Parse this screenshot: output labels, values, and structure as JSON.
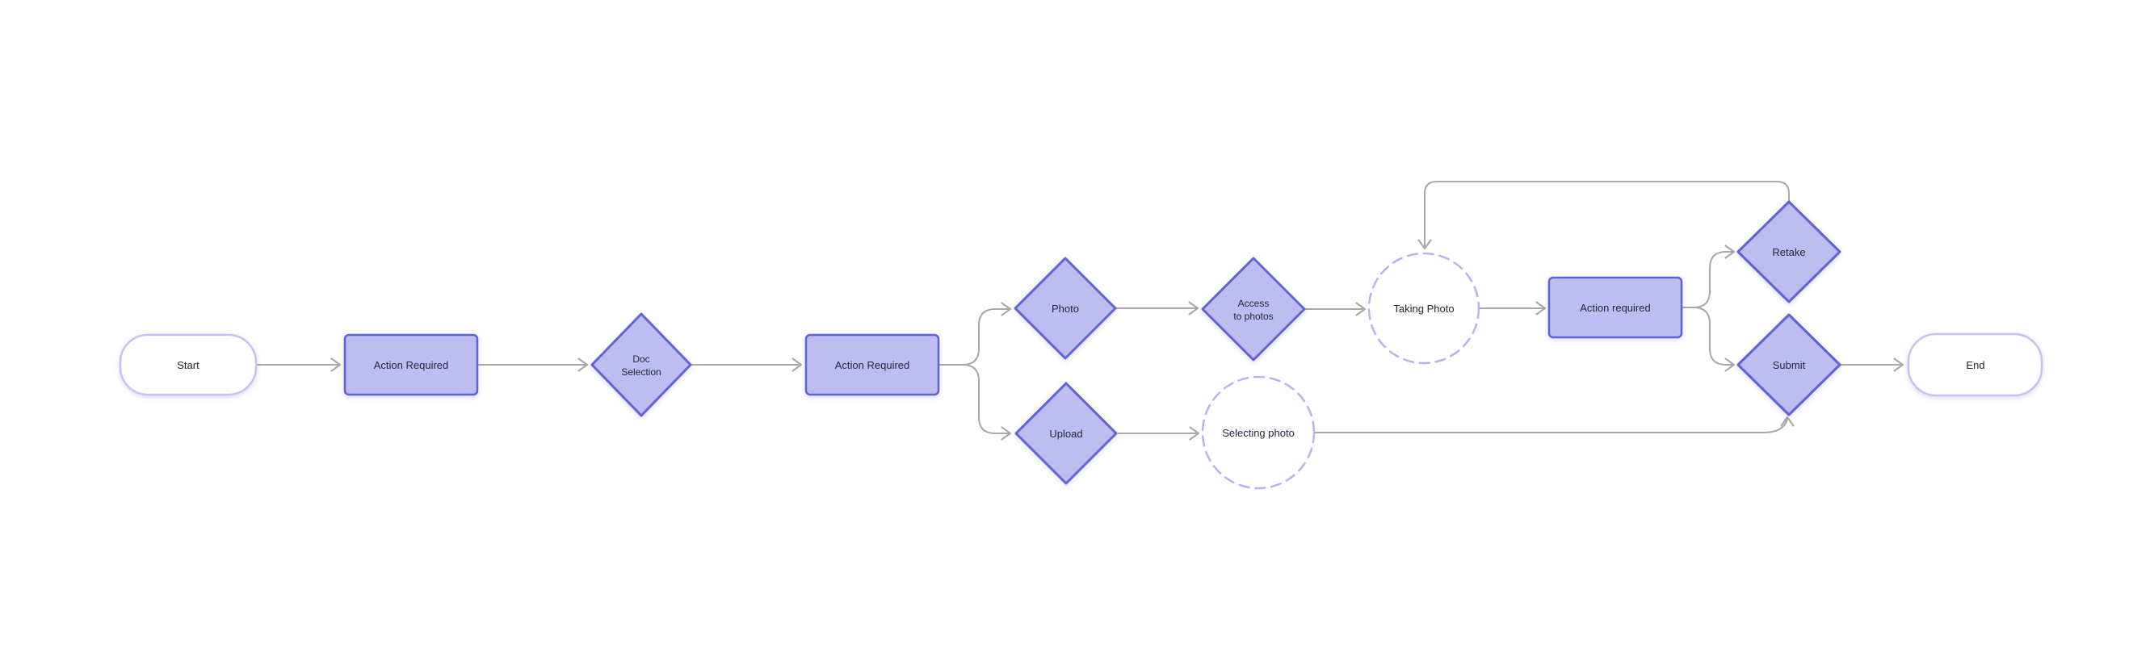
{
  "diagram": {
    "background": "#ffffff",
    "colors": {
      "node_fill": "#bdbdf2",
      "node_stroke": "#5f63d6",
      "terminal_fill": "#ffffff",
      "terminal_stroke": "#c6c1f0",
      "state_fill": "#ffffff",
      "state_stroke": "#b7b3ee",
      "edge": "#a8a8a8",
      "text": "#24263a"
    },
    "nodes": {
      "start": {
        "label": "Start",
        "type": "terminal"
      },
      "action_required_1": {
        "label": "Action Required",
        "type": "process"
      },
      "doc_selection": {
        "label_line1": "Doc",
        "label_line2": "Selection",
        "type": "decision"
      },
      "action_required_2": {
        "label": "Action Required",
        "type": "process"
      },
      "photo": {
        "label": "Photo",
        "type": "decision"
      },
      "upload": {
        "label": "Upload",
        "type": "decision"
      },
      "access_to_photos": {
        "label_line1": "Access",
        "label_line2": "to photos",
        "type": "decision"
      },
      "taking_photo": {
        "label": "Taking Photo",
        "type": "state-dashed-circle"
      },
      "selecting_photo": {
        "label": "Selecting photo",
        "type": "state-dashed-circle"
      },
      "action_required_3": {
        "label": "Action required",
        "type": "process"
      },
      "retake": {
        "label": "Retake",
        "type": "decision"
      },
      "submit": {
        "label": "Submit",
        "type": "decision"
      },
      "end": {
        "label": "End",
        "type": "terminal"
      }
    },
    "edges": [
      {
        "from": "start",
        "to": "action_required_1"
      },
      {
        "from": "action_required_1",
        "to": "doc_selection"
      },
      {
        "from": "doc_selection",
        "to": "action_required_2"
      },
      {
        "from": "action_required_2",
        "to": "photo"
      },
      {
        "from": "action_required_2",
        "to": "upload"
      },
      {
        "from": "photo",
        "to": "access_to_photos"
      },
      {
        "from": "access_to_photos",
        "to": "taking_photo"
      },
      {
        "from": "taking_photo",
        "to": "action_required_3"
      },
      {
        "from": "action_required_3",
        "to": "retake"
      },
      {
        "from": "action_required_3",
        "to": "submit"
      },
      {
        "from": "retake",
        "to": "taking_photo"
      },
      {
        "from": "upload",
        "to": "selecting_photo"
      },
      {
        "from": "selecting_photo",
        "to": "submit"
      },
      {
        "from": "submit",
        "to": "end"
      }
    ]
  }
}
